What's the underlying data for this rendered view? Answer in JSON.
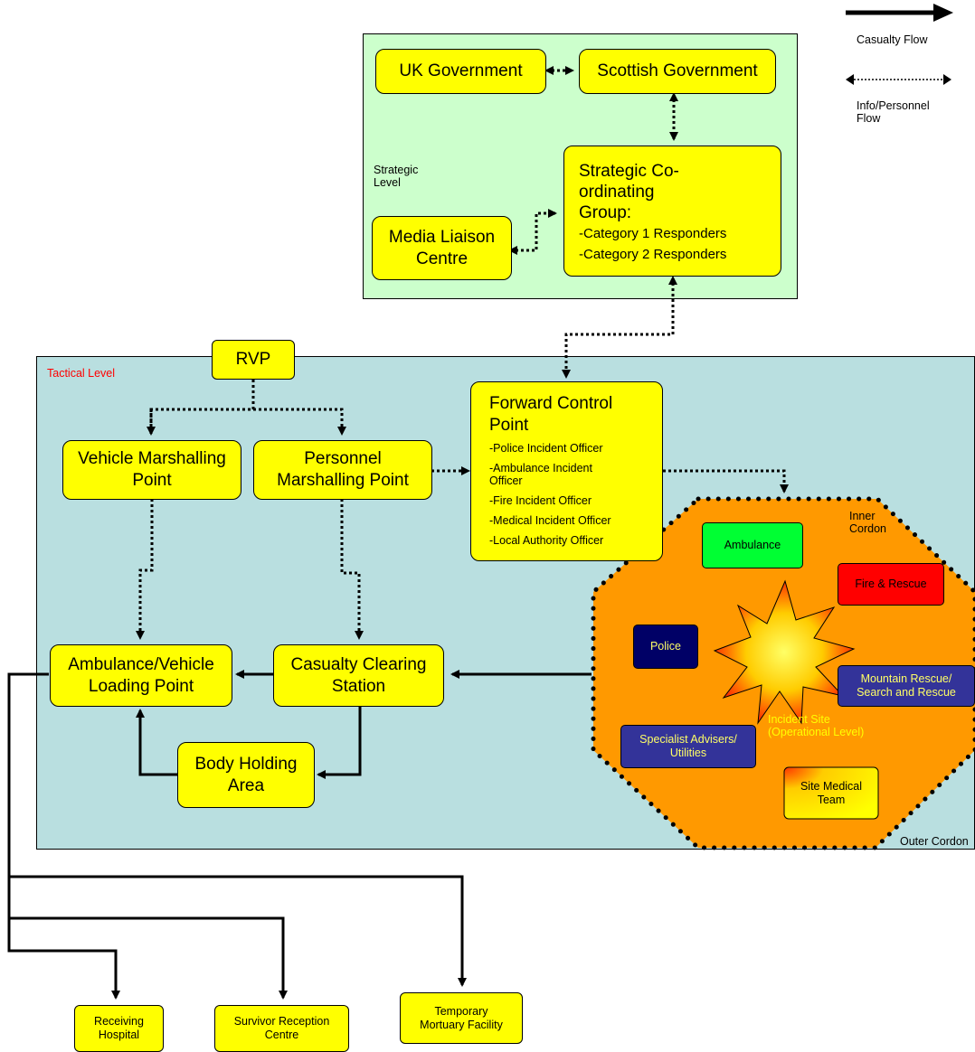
{
  "legend": {
    "casualty_flow": "Casualty Flow",
    "info_flow": "Info/Personnel Flow"
  },
  "strategic": {
    "level_label": "Strategic Level",
    "uk_government": "UK Government",
    "scottish_government": "Scottish Government",
    "media_liaison": "Media Liaison Centre",
    "scg_title": "Strategic Co-ordinating Group:",
    "scg_members": [
      "Category 1 Responders",
      "Category 2 Responders"
    ]
  },
  "tactical": {
    "level_label": "Tactical Level",
    "rvp": "RVP",
    "vehicle_marshalling": "Vehicle Marshalling Point",
    "personnel_marshalling": "Personnel Marshalling Point",
    "fcp_title": "Forward Control Point",
    "fcp_members": [
      "Police Incident Officer",
      "Ambulance Incident Officer",
      "Fire Incident Officer",
      "Medical Incident Officer",
      "Local Authority Officer"
    ],
    "loading_point": "Ambulance/Vehicle Loading Point",
    "casualty_clearing": "Casualty Clearing Station",
    "body_holding": "Body Holding Area",
    "outer_cordon": "Outer Cordon"
  },
  "site": {
    "inner_cordon": "Inner Cordon",
    "incident_site": "Incident Site (Operational Level)",
    "ambulance": "Ambulance",
    "fire_rescue": "Fire & Rescue",
    "police": "Police",
    "mountain_rescue": "Mountain Rescue/ Search and Rescue",
    "specialist": "Specialist Advisers/ Utilities",
    "site_medical": "Site Medical Team"
  },
  "destinations": {
    "hospital": "Receiving Hospital",
    "survivor": "Survivor Reception Centre",
    "mortuary": "Temporary Mortuary Facility"
  },
  "colors": {
    "box_yellow": "#ffff00",
    "strategic_bg": "#ccffcc",
    "tactical_bg": "#b9dfe0",
    "site_orange": "#ff9900",
    "ambulance_green": "#00ff33",
    "fire_red": "#ff0000",
    "police_navy": "#000066",
    "rescue_blue": "#333399",
    "tactical_label": "#ff0000",
    "incident_label": "#ffff00"
  }
}
